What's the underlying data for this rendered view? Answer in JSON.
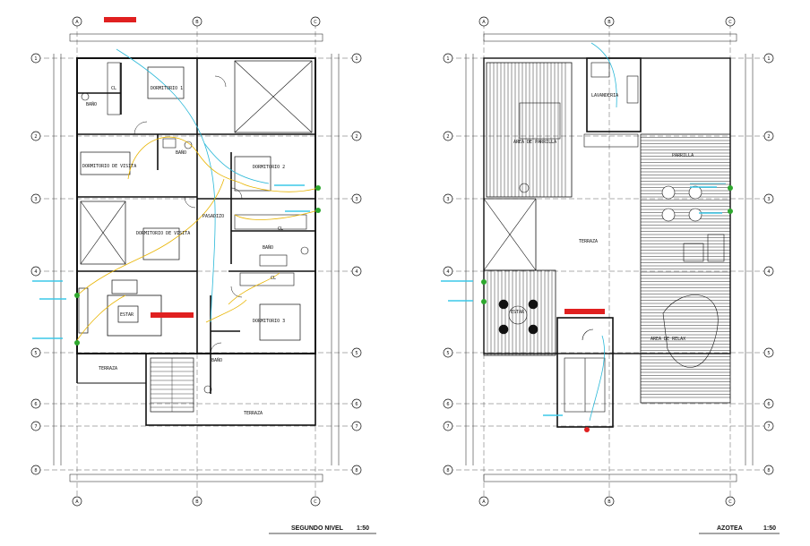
{
  "plans": [
    {
      "id": "segundo-nivel",
      "title": "SEGUNDO NIVEL",
      "scale": "1:50",
      "col_labels": [
        "A",
        "B",
        "C"
      ],
      "row_labels": [
        "1",
        "2",
        "3",
        "4",
        "5",
        "6",
        "7",
        "8"
      ],
      "rooms": {
        "dormitorio_1": "DORMITORIO 1",
        "bano_1": "BAÑO",
        "cl_1": "CL",
        "dormitorio_visita": "DORMITORIO DE VISITA",
        "bano_2": "BAÑO",
        "dormitorio_2": "DORMITORIO 2",
        "pasadizo": "PASADIZO",
        "cl_2": "CL",
        "bano_3": "BAÑO",
        "dormitorio_visita_2": "DORMITORIO DE VISITA",
        "estar": "ESTAR",
        "dormitorio_3": "DORMITORIO 3",
        "cl_3": "CL",
        "bano_4": "BAÑO",
        "terraza_1": "TERRAZA",
        "terraza_2": "TERRAZA"
      }
    },
    {
      "id": "azotea",
      "title": "AZOTEA",
      "scale": "1:50",
      "col_labels": [
        "A",
        "B",
        "C"
      ],
      "row_labels": [
        "1",
        "2",
        "3",
        "4",
        "5",
        "6",
        "7",
        "8"
      ],
      "rooms": {
        "lavanderia": "LAVANDERIA",
        "area_parrilla": "AREA DE PARRILLA",
        "terraza": "TERRAZA",
        "estar": "ESTAR",
        "area_relax": "AREA DE RELAX",
        "parrilla": "PARRILLA"
      }
    }
  ],
  "colors": {
    "lines": "#111111",
    "red_marker": "#e02020",
    "yellow_wiring": "#e8b400",
    "cyan_wiring": "#2ab8d8",
    "green_outlet": "#2ea82e",
    "cyan_label": "#3cc8e8"
  }
}
